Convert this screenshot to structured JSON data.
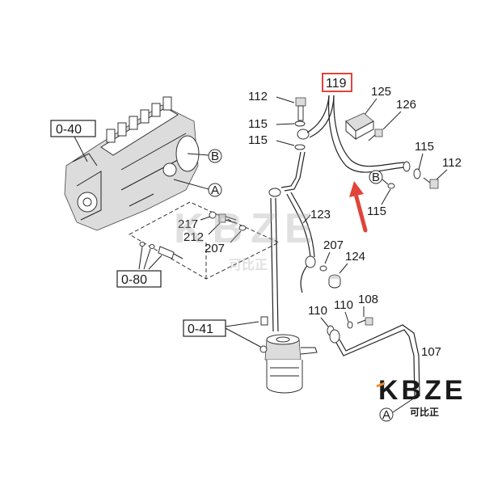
{
  "diagram": {
    "boxed_refs": [
      {
        "id": "ref-0-40",
        "text": "0-40"
      },
      {
        "id": "ref-0-80",
        "text": "0-80"
      },
      {
        "id": "ref-0-41",
        "text": "0-41"
      }
    ],
    "highlighted_part": "119",
    "part_labels": {
      "p112a": "112",
      "p115a": "115",
      "p115b": "115",
      "p125": "125",
      "p126": "126",
      "p115c": "115",
      "p112b": "112",
      "p115d": "115",
      "p123": "123",
      "p217": "217",
      "p212": "212",
      "p207a": "207",
      "p207b": "207",
      "p124": "124",
      "p110a": "110",
      "p110b": "110",
      "p108": "108",
      "p107": "107"
    },
    "callouts": {
      "a1": "A",
      "b1": "B",
      "b2": "B",
      "a2": "A"
    },
    "watermark": {
      "brand": "KBZE",
      "chinese": "可比正"
    },
    "colors": {
      "highlight_box": "#e0443a",
      "arrow": "#e0443a",
      "watermark_gray": "#d0d0d0",
      "logo_dark": "#1a1a1a",
      "logo_orange": "#f28c28"
    }
  }
}
